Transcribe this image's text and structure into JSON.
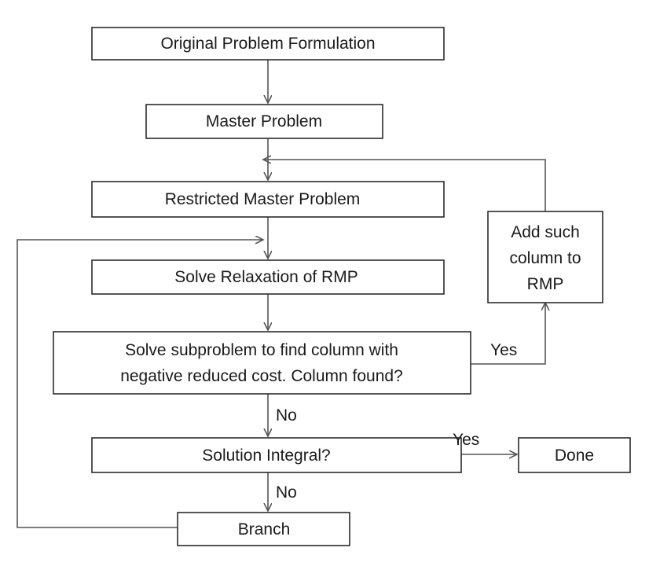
{
  "diagram": {
    "nodes": {
      "original_problem": "Original Problem Formulation",
      "master_problem": "Master Problem",
      "restricted_master": "Restricted Master Problem",
      "solve_relaxation": "Solve Relaxation of RMP",
      "add_column": [
        "Add such",
        "column to",
        "RMP"
      ],
      "subproblem": [
        "Solve subproblem to find column with",
        "negative reduced cost.  Column found?"
      ],
      "solution_integral": "Solution Integral?",
      "done": "Done",
      "branch": "Branch"
    },
    "edge_labels": {
      "column_found_yes": "Yes",
      "column_found_no": "No",
      "integral_yes": "Yes",
      "integral_no": "No"
    }
  }
}
